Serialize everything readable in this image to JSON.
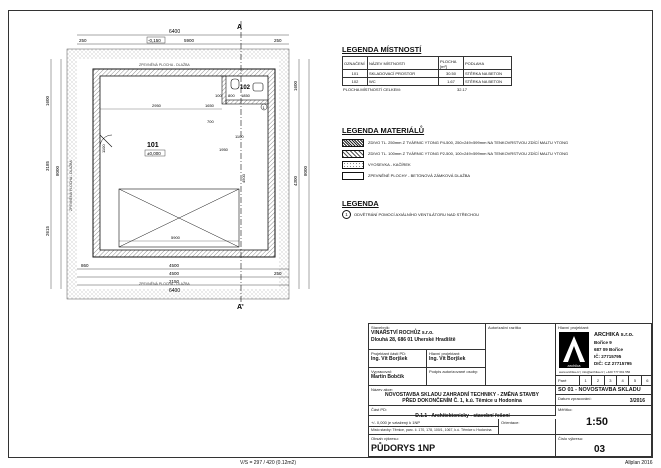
{
  "plan": {
    "section_mark": "A",
    "section_mark_bottom": "A'",
    "dims_top": [
      "6400",
      "250",
      "5900",
      "250",
      "-0,150"
    ],
    "dims_bottom": [
      "860",
      "4500",
      "4500",
      "250",
      "2150",
      "6400"
    ],
    "dims_left": [
      "1600",
      "3185",
      "8000",
      "2615"
    ],
    "dims_right": [
      "1600",
      "4300",
      "8000"
    ],
    "dims_inner": [
      "2950",
      "1650",
      "1850",
      "800",
      "100",
      "1100",
      "1950",
      "4500",
      "5900",
      "700",
      "1100"
    ],
    "room_101_label": "101",
    "room_101_level": "±0,000",
    "room_102_label": "102",
    "vent_label": "1",
    "paving_top": "ZPEVNĚNÁ PLOCHA - DLAŽBA",
    "paving_bottom": "ZPEVNĚNÁ PLOCHA - DLAŽBA",
    "paving_left": "ZPEVNĚNÁ PLOCHA - DLAŽBA"
  },
  "legend_rooms": {
    "title": "LEGENDA MÍSTNOSTÍ",
    "headers": [
      "OZNAČENÍ",
      "NÁZEV MÍSTNOSTI",
      "PLOCHA [m²]",
      "PODLAHA"
    ],
    "rows": [
      [
        "101",
        "SKLADOVACÍ PROSTOR",
        "30.50",
        "STĚRKA NA BETON"
      ],
      [
        "102",
        "WC",
        "1.67",
        "STĚRKA NA BETON"
      ]
    ],
    "total_label": "PLOCHA MÍSTNOSTÍ CELKEM:",
    "total_value": "32.17"
  },
  "legend_materials": {
    "title": "LEGENDA MATERIÁLŮ",
    "items": [
      "ZDIVO TL. 250mm Z TVÁRNIC YTONG P4-500, 250×249×599mm NA TENKOVRSTVOU ZDÍCÍ MALTU YTONG",
      "ZDIVO TL. 100mm Z TVÁRNIC YTONG P2-500, 100×249×599mm NA TENKOVRSTVOU ZDÍCÍ MALTU YTONG",
      "VYOSEVKA - KAČÍREK",
      "ZPEVNĚNÉ PLOCHY - BETONOVÁ ZÁMKOVÁ DLAŽBA"
    ]
  },
  "legend_other": {
    "title": "LEGENDA",
    "marker": "1",
    "text": "ODVĚTRÁNÍ POMOCÍ AXIÁLNÍHO VENTILÁTORU NAD STŘECHOU"
  },
  "title_block": {
    "investor_label": "Stavebník:",
    "investor_name": "VINAŘSTVÍ ROCHŮZ s.r.o.",
    "investor_address": "Dlouhá 28, 686 01 Uherské Hradiště",
    "partial_project_label": "Projektant části PD:",
    "partial_project_name": "Ing. Vít Borjšek",
    "main_project_label": "Hlavní projektant:",
    "main_project_name": "Ing. Vít Borjšek",
    "drawn_by_label": "Vypracoval:",
    "drawn_by_name": "Martin Bobčík",
    "authorized_label": "Podpis autorizované osoby:",
    "stamp_label": "Autorizační razítko",
    "chief_label": "Hlavní projektant:",
    "company_name": "ARCHIKA s.r.o.",
    "company_street": "Bořice 9",
    "company_city": "687 09 Bořice",
    "company_ic": "IČ: 27715795",
    "company_dic": "DIČ: CZ 27715795",
    "company_contact": "www.archika.cz | info@archika.cz | +420 777 691 556",
    "logo_text": "archika",
    "page_label": "Paré",
    "page_numbers": [
      "1",
      "2",
      "3",
      "4",
      "5",
      "6"
    ],
    "stavba_label": "Název akce:",
    "stavba_line1": "NOVOSTAVBA SKLADU ZAHRADNÍ TECHNIKY - ZMĚNA STAVBY",
    "stavba_line2": "PŘED DOKONČENÍM Č. 1, k.ú. Těmice u Hodonína",
    "part_label": "Část PD:",
    "part_name": "D.1.1 - Architektonicky - stavební řešení",
    "level_note": "+/- 0,000 je vztažený k 1NP",
    "place_note": "Místo stavby: Těmice, parc. č. 170, 178, 100/1, 1067, k.ú. Těmice u Hodonína",
    "orientation_label": "Orientace:",
    "drawing_label": "Obsah výkresu:",
    "drawing_name": "PŮDORYS 1NP",
    "set_label": "SO 01 - NOVOSTAVBA SKLADU",
    "date_label": "Datum zpracování:",
    "date_value": "3/2016",
    "scale_label": "Měřítko:",
    "scale_value": "1:50",
    "sheet_no_label": "Číslo výkresu:",
    "sheet_no_value": "03",
    "footer_left": "V/S = 297 / 420 (0.12m2)",
    "footer_right": "Allplan 2016"
  }
}
